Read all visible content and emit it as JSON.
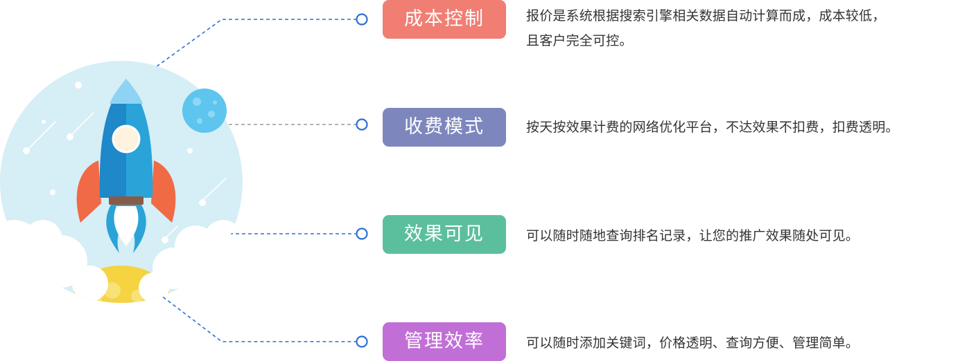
{
  "colors": {
    "circle": "#d6eef5",
    "rocket_light": "#2aa3d8",
    "rocket_dark": "#1e88c8",
    "fin": "#f06a45",
    "moon": "#5ec5ee",
    "planet": "#f5d341",
    "connector_blue": "#2c6fd6",
    "connector_gray": "#9a9a9a"
  },
  "features": [
    {
      "title": "成本控制",
      "color": "#f07e73",
      "desc_lines": [
        "报价是系统根据搜索引擎相关数据自动计算而成，成本较低，",
        "且客户完全可控。"
      ]
    },
    {
      "title": "收费模式",
      "color": "#7e87bd",
      "desc_lines": [
        "按天按效果计费的网络优化平台，不达效果不扣费，扣费透明。"
      ]
    },
    {
      "title": "效果可见",
      "color": "#5bbf9e",
      "desc_lines": [
        "可以随时随地查询排名记录，让您的推广效果随处可见。"
      ]
    },
    {
      "title": "管理效率",
      "color": "#c16fd6",
      "desc_lines": [
        "可以随时添加关键词，价格透明、查询方便、管理简单。"
      ]
    }
  ]
}
